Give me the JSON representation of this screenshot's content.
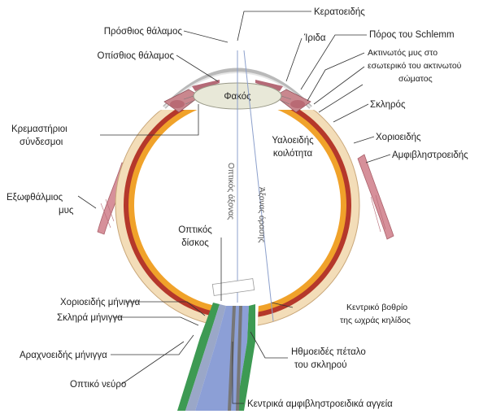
{
  "labels": {
    "cornea": "Κερατοειδής",
    "anterior_chamber": "Πρόσθιος θάλαμος",
    "iris": "Ίριδα",
    "schlemm_canal": "Πόρος του Schlemm",
    "posterior_chamber": "Οπίσθιος θάλαμος",
    "ciliary_muscle_l1": "Ακτινωτός μυς στο",
    "ciliary_muscle_l2": "εσωτερικό του ακτινωτού",
    "ciliary_muscle_l3": "σώματος",
    "lens": "Φακός",
    "sclera": "Σκληρός",
    "suspensory_l1": "Κρεμαστήριοι",
    "suspensory_l2": "σύνδεσμοι",
    "vitreous_l1": "Υαλοειδής",
    "vitreous_l2": "κοιλότητα",
    "choroid": "Χοριοειδής",
    "retina": "Αμφιβληστροειδής",
    "extraocular_l1": "Εξωφθάλμιος",
    "extraocular_l2": "μυς",
    "optic_disc_l1": "Οπτικός",
    "optic_disc_l2": "δίσκος",
    "optic_axis": "Οπτικός άξονας",
    "visual_axis": "Άξονας όρασης",
    "choroid_sheath": "Χοριοειδής μήνιγγα",
    "dura_sheath": "Σκληρά μήνιγγα",
    "fovea_l1": "Κεντρικό βοθρίο",
    "fovea_l2": "της ωχράς κηλίδος",
    "arachnoid": "Αραχνοειδής μήνιγγα",
    "lamina_l1": "Ηθμοειδές πέταλο",
    "lamina_l2": "του σκληρού",
    "optic_nerve": "Οπτικό νεύρο",
    "central_vessels": "Κεντρικά αμφιβληστροειδικά αγγεία"
  },
  "colors": {
    "sclera": "#f3ddb8",
    "choroid": "#b5382b",
    "retina": "#f0a22a",
    "lens": "#e8e8d8",
    "iris": "#c9878e",
    "muscle": "#d6909a",
    "nerve_green": "#3d9a53",
    "nerve_blue": "#8c9fd6",
    "axis": "#8ca0cc"
  }
}
